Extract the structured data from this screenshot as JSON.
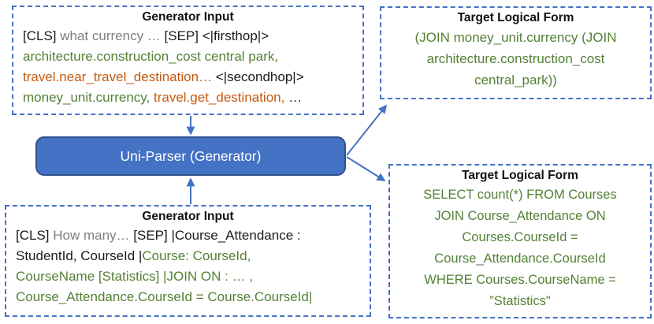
{
  "node": {
    "label": "Uni-Parser (Generator)"
  },
  "colors": {
    "accent_blue": "#4472C4",
    "node_border": "#2F528F",
    "schema_green": "#538135",
    "schema_orange": "#C55A11",
    "utterance_gray": "#7F7F7F",
    "text_black": "#1A1A1A"
  },
  "boxes": {
    "gen_input_1": {
      "title": "Generator Input",
      "lines": [
        [
          {
            "t": "[CLS] ",
            "c": "black"
          },
          {
            "t": "what currency … ",
            "c": "gray"
          },
          {
            "t": "[SEP] <|firsthop|>",
            "c": "black"
          }
        ],
        [
          {
            "t": "architecture.construction_cost central park,",
            "c": "green"
          }
        ],
        [
          {
            "t": "travel.near_travel_destination…",
            "c": "orange"
          },
          {
            "t": " <|secondhop|>",
            "c": "black"
          }
        ],
        [
          {
            "t": "money_unit.currency,",
            "c": "green"
          },
          {
            "t": " ",
            "c": "black"
          },
          {
            "t": "travel.get_destination,",
            "c": "orange"
          },
          {
            "t": " …",
            "c": "black"
          }
        ]
      ]
    },
    "target_1": {
      "title": "Target Logical Form",
      "lines": [
        [
          {
            "t": "(JOIN money_unit.currency (JOIN",
            "c": "green"
          }
        ],
        [
          {
            "t": "architecture.construction_cost",
            "c": "green"
          }
        ],
        [
          {
            "t": "central_park))",
            "c": "green"
          }
        ]
      ]
    },
    "gen_input_2": {
      "title": "Generator Input",
      "lines": [
        [
          {
            "t": "[CLS] ",
            "c": "black"
          },
          {
            "t": "How many… ",
            "c": "gray"
          },
          {
            "t": "[SEP] |Course_Attendance :",
            "c": "black"
          }
        ],
        [
          {
            "t": "StudentId, CourseId |",
            "c": "black"
          },
          {
            "t": "Course: CourseId,",
            "c": "green"
          }
        ],
        [
          {
            "t": "CourseName [Statistics] |JOIN ON : … ,",
            "c": "green"
          }
        ],
        [
          {
            "t": "Course_Attendance.CourseId = Course.CourseId|",
            "c": "green"
          }
        ]
      ]
    },
    "target_2": {
      "title": "Target Logical Form",
      "lines": [
        [
          {
            "t": "SELECT count(*) FROM Courses",
            "c": "green"
          }
        ],
        [
          {
            "t": "JOIN Course_Attendance ON",
            "c": "green"
          }
        ],
        [
          {
            "t": "Courses.CourseId =",
            "c": "green"
          }
        ],
        [
          {
            "t": "Course_Attendance.CourseId",
            "c": "green"
          }
        ],
        [
          {
            "t": "WHERE Courses.CourseName =",
            "c": "green"
          }
        ],
        [
          {
            "t": "”Statistics\"",
            "c": "green"
          }
        ]
      ]
    }
  }
}
